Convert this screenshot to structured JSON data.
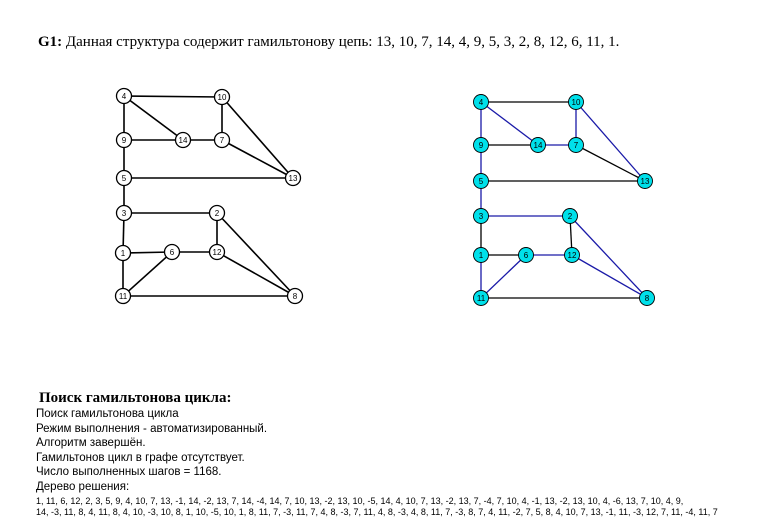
{
  "heading": {
    "label": "G1:",
    "text": "Данная структура содержит гамильтонову цепь: 13, 10, 7, 14, 4, 9, 5, 3, 2, 8, 12, 6, 11, 1."
  },
  "graph_left": {
    "nodes": [
      "4",
      "10",
      "9",
      "14",
      "7",
      "5",
      "13",
      "3",
      "2",
      "1",
      "6",
      "12",
      "11",
      "8"
    ],
    "node_fill": "#ffffff",
    "edge_color": "#000000"
  },
  "graph_right": {
    "nodes": [
      "4",
      "10",
      "9",
      "14",
      "7",
      "5",
      "13",
      "3",
      "2",
      "1",
      "6",
      "12",
      "11",
      "8"
    ],
    "node_fill": "#00e0ea",
    "edge_color_path": "#1a1aa8",
    "edge_color_other": "#000000"
  },
  "log": {
    "title": "Поиск гамильтонова цикла:",
    "lines": [
      "Поиск гамильтонова цикла",
      "Режим выполнения - автоматизированный.",
      "Алгоритм завершён.",
      "Гамильтонов цикл в графе отсутствует.",
      "Число выполненных шагов = 1168.",
      "Дерево решения:"
    ],
    "sequence": [
      "1, 11, 6, 12, 2, 3, 5, 9, 4, 10, 7, 13, -1, 14, -2, 13, 7, 14, -4, 14, 7, 10, 13, -2, 13, 10, -5, 14, 4, 10, 7, 13, -2, 13, 7, -4, 7, 10, 4, -1, 13, -2, 13, 10, 4, -6, 13, 7, 10, 4, 9,",
      "14, -3, 11, 8, 4, 11, 8, 4, 10, -3, 10, 8, 1, 10, -5, 10, 1, 8, 11, 7, -3, 11, 7, 4, 8, -3, 7, 11, 4, 8, -3, 4, 8, 11, 7, -3, 8, 7, 4, 11, -2, 7, 5, 8, 4, 10, 7, 13, -1, 11, -3, 12, 7, 11, -4, 11, 7"
    ]
  }
}
